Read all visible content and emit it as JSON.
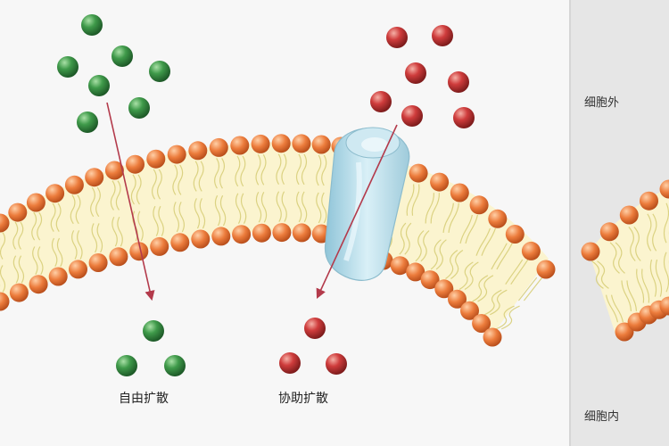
{
  "labels": {
    "free_diffusion": "自由扩散",
    "facilitated_diffusion": "协助扩散",
    "outside_cell": "细胞外",
    "inside_cell": "细胞内"
  },
  "colors": {
    "head": "#e8773a",
    "tail": "#d8cf7a",
    "membrane_fill": "#fbf4cf",
    "green_particle": "#3f9a4a",
    "red_particle": "#cf3c3c",
    "channel_protein": "#b9dde9",
    "arrow": "#b33a4b"
  }
}
